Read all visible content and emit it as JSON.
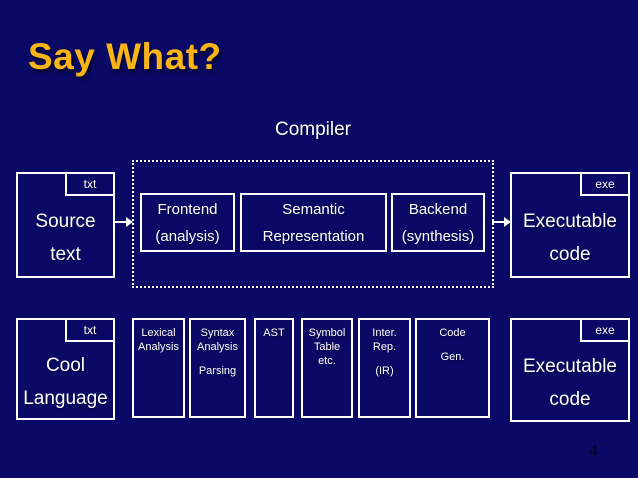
{
  "slide": {
    "title": "Say What?",
    "compiler_label": "Compiler",
    "page_number": "4"
  },
  "top_row": {
    "source_box": {
      "tab": "txt",
      "line1": "Source",
      "line2": "text"
    },
    "stages": [
      {
        "line1": "Frontend",
        "line2": "(analysis)"
      },
      {
        "line1": "Semantic",
        "line2": "Representation"
      },
      {
        "line1": "Backend",
        "line2": "(synthesis)"
      }
    ],
    "executable_box": {
      "tab": "exe",
      "line1": "Executable",
      "line2": "code"
    }
  },
  "bottom_row": {
    "cool_box": {
      "tab": "txt",
      "line1": "Cool",
      "line2": "Language"
    },
    "phases": [
      {
        "l1": "Lexical",
        "l2": "Analysis"
      },
      {
        "l1": "Syntax",
        "l2": "Analysis",
        "l3": "Parsing"
      },
      {
        "l1": "AST"
      },
      {
        "l1": "Symbol",
        "l2": "Table",
        "l3": "etc."
      },
      {
        "l1": "Inter.",
        "l2": "Rep.",
        "l3": "(IR)"
      },
      {
        "l1": "Code",
        "l2": "Gen."
      }
    ],
    "executable_box": {
      "tab": "exe",
      "line1": "Executable",
      "line2": "code"
    }
  },
  "colors": {
    "background": "#0a0a66",
    "title_color": "#f9b416",
    "line_color": "#ffffff",
    "text_color": "#ffffff",
    "page_number_color": "#06062a"
  }
}
